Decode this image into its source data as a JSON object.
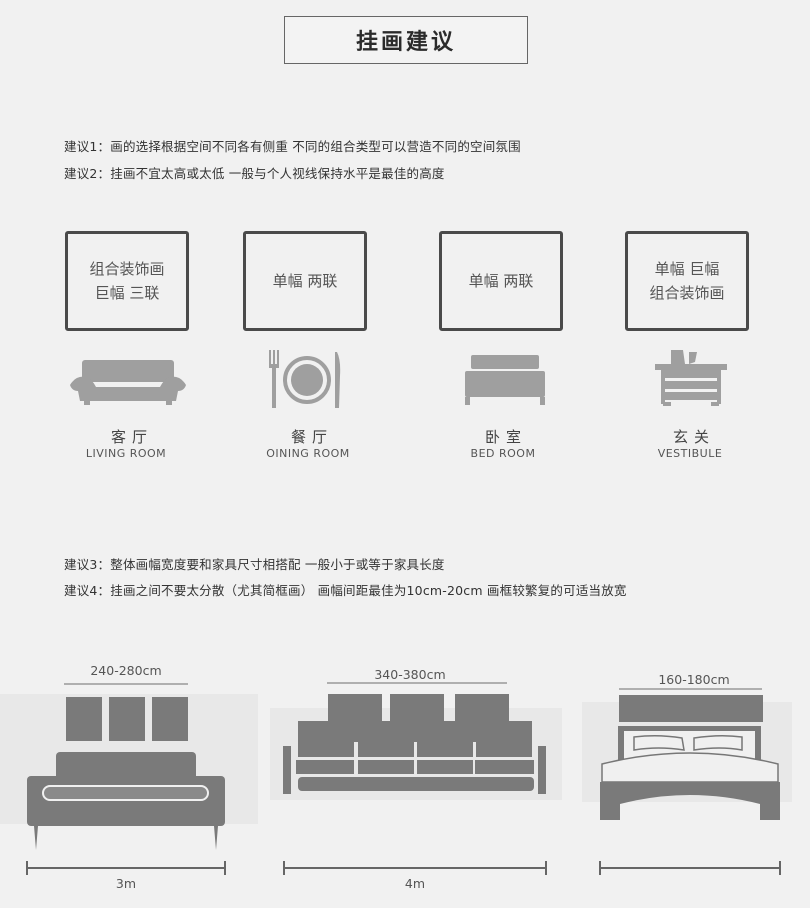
{
  "title": "挂画建议",
  "tips": {
    "tip1": "建议1：画的选择根据空间不同各有侧重  不同的组合类型可以营造不同的空间氛围",
    "tip2": "建议2：挂画不宜太高或太低  一般与个人视线保持水平是最佳的高度",
    "tip3": "建议3：整体画幅宽度要和家具尺寸相搭配  一般小于或等于家具长度",
    "tip4": "建议4：挂画之间不要太分散（尤其简框画） 画幅间距最佳为10cm-20cm 画框较繁复的可适当放宽"
  },
  "rooms": [
    {
      "frame_line1": "组合装饰画",
      "frame_line2": "巨幅   三联",
      "icon": "sofa-icon",
      "name_cn": "客厅",
      "name_en": "LIVING ROOM"
    },
    {
      "frame_line1": "单幅   两联",
      "frame_line2": "",
      "icon": "dining-plate-icon",
      "name_cn": "餐厅",
      "name_en": "OINING ROOM"
    },
    {
      "frame_line1": "单幅   两联",
      "frame_line2": "",
      "icon": "bed-icon",
      "name_cn": "卧室",
      "name_en": "BED ROOM"
    },
    {
      "frame_line1": "单幅  巨幅",
      "frame_line2": "组合装饰画",
      "icon": "cabinet-icon",
      "name_cn": "玄关",
      "name_en": "VESTIBULE"
    }
  ],
  "diagrams": [
    {
      "art_width": "240-280cm",
      "furniture_width": "3m",
      "furniture": "two-seat-sofa",
      "panels": 3
    },
    {
      "art_width": "340-380cm",
      "furniture_width": "4m",
      "furniture": "four-seat-sofa",
      "panels": 3
    },
    {
      "art_width": "160-180cm",
      "furniture_width": "",
      "furniture": "double-bed",
      "panels": 1
    }
  ],
  "colors": {
    "background": "#f1f1f1",
    "frame_border": "#4a4a4a",
    "icon_gray": "#9f9f9f",
    "diagram_gray": "#7a7a7a"
  }
}
